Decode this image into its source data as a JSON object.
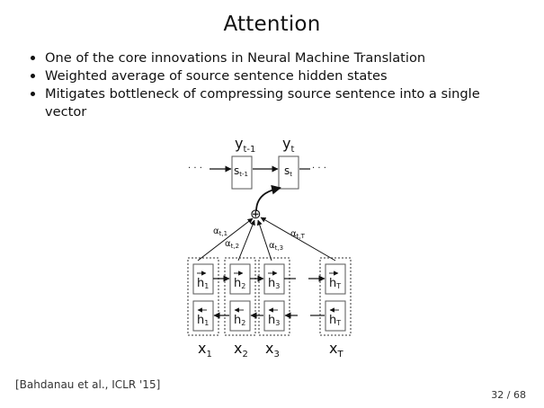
{
  "slide": {
    "title": "Attention",
    "bullets": [
      "One of the core innovations in Neural Machine Translation",
      "Weighted average of source sentence hidden states",
      "Mitigates bottleneck of compressing source sentence into a single vector"
    ],
    "citation": "[Bahdanau et al., ICLR '15]",
    "page": "32 / 68"
  },
  "diagram": {
    "decoder_outputs": [
      {
        "base": "y",
        "sub": "t-1"
      },
      {
        "base": "y",
        "sub": "t"
      }
    ],
    "decoder_states": [
      {
        "base": "s",
        "sub": "t-1"
      },
      {
        "base": "s",
        "sub": "t"
      }
    ],
    "ellipsis": "· · ·",
    "combine_symbol": "⊕",
    "weights": [
      {
        "base": "α",
        "sub": "t,1"
      },
      {
        "base": "α",
        "sub": "t,2"
      },
      {
        "base": "α",
        "sub": "t,3"
      },
      {
        "base": "α",
        "sub": "t,T"
      }
    ],
    "forward_states": [
      {
        "base": "h",
        "sub": "1"
      },
      {
        "base": "h",
        "sub": "2"
      },
      {
        "base": "h",
        "sub": "3"
      },
      {
        "base": "h",
        "sub": "T"
      }
    ],
    "backward_states": [
      {
        "base": "h",
        "sub": "1"
      },
      {
        "base": "h",
        "sub": "2"
      },
      {
        "base": "h",
        "sub": "3"
      },
      {
        "base": "h",
        "sub": "T"
      }
    ],
    "inputs": [
      {
        "base": "x",
        "sub": "1"
      },
      {
        "base": "x",
        "sub": "2"
      },
      {
        "base": "x",
        "sub": "3"
      },
      {
        "base": "x",
        "sub": "T"
      }
    ]
  }
}
